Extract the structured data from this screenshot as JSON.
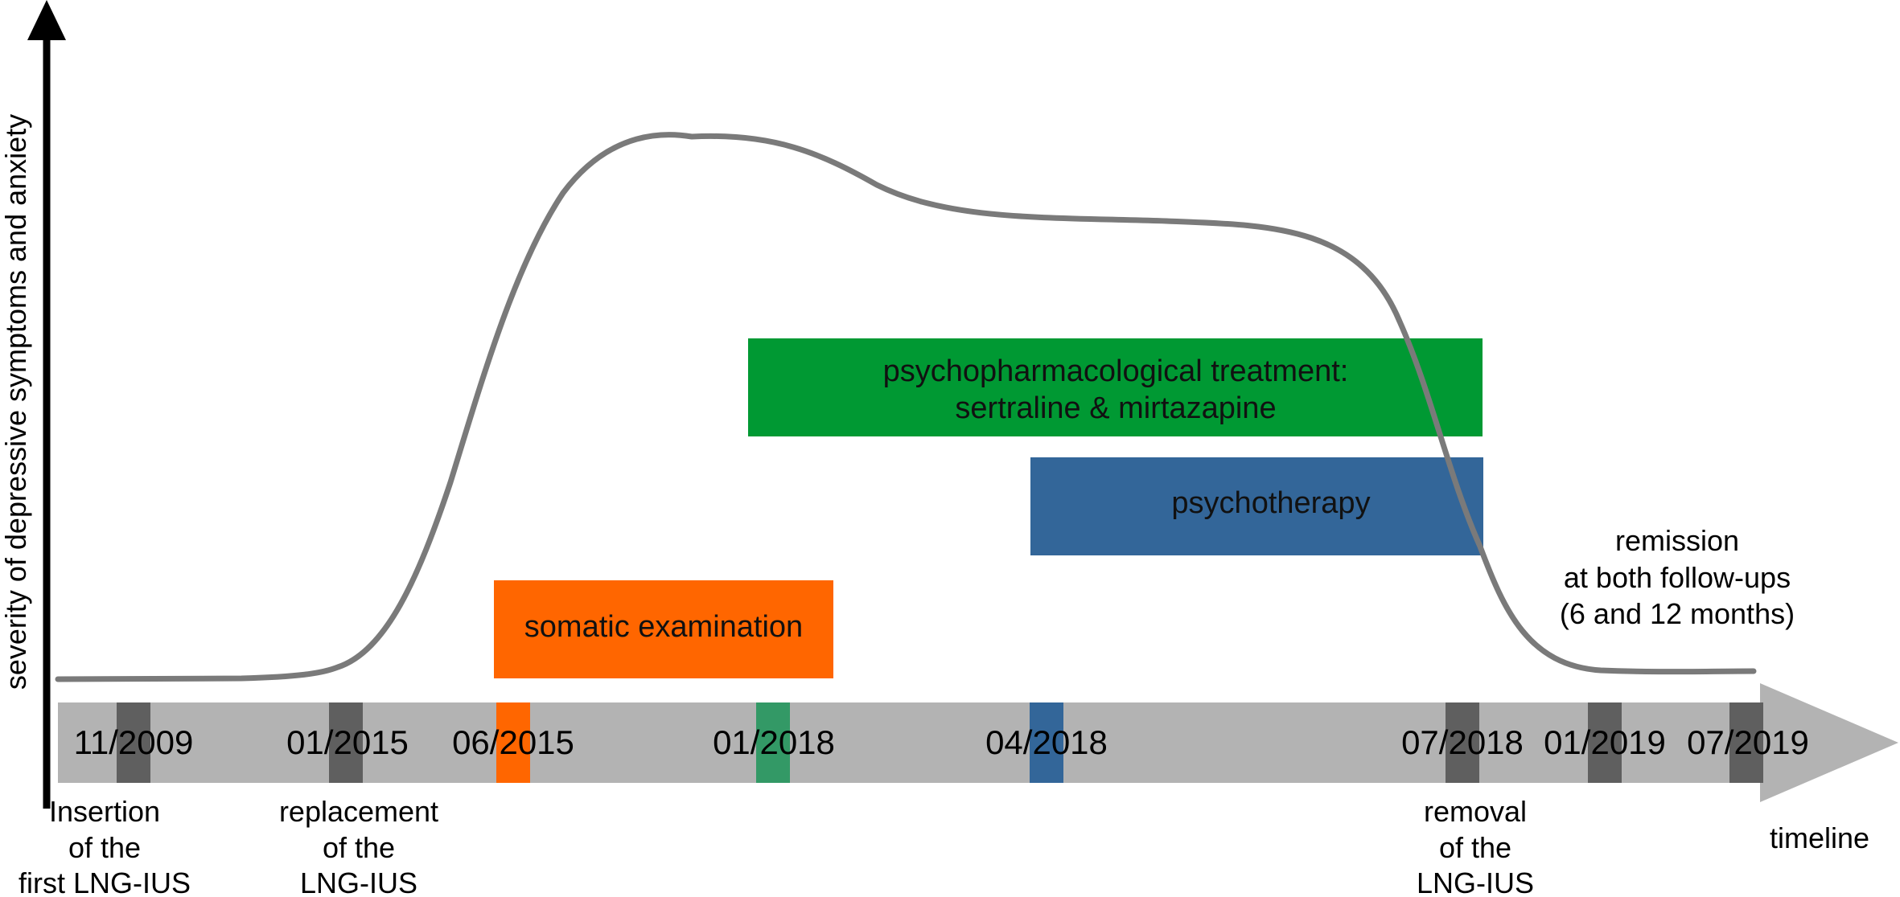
{
  "colors": {
    "curve": "#7a7a7a",
    "timeline_band": "#b3b3b3",
    "marker_dark": "#5f5f5f",
    "somatic": "#ff6600",
    "psychopharm": "#009933",
    "psychotherapy": "#336699",
    "marker_green": "#339966",
    "marker_blue": "#336699",
    "marker_orange": "#ff6600",
    "axis": "#000000"
  },
  "y_axis": {
    "label": "severity of depressive symptoms and anxiety"
  },
  "timeline": {
    "label": "timeline",
    "dates": [
      {
        "id": "d1",
        "label": "11/2009"
      },
      {
        "id": "d2",
        "label": "01/2015"
      },
      {
        "id": "d3",
        "label": "06/2015"
      },
      {
        "id": "d4",
        "label": "01/2018"
      },
      {
        "id": "d5",
        "label": "04/2018"
      },
      {
        "id": "d6",
        "label": "07/2018"
      },
      {
        "id": "d7",
        "label": "01/2019"
      },
      {
        "id": "d8",
        "label": "07/2019"
      }
    ]
  },
  "events": {
    "insertion": [
      "Insertion",
      "of the",
      "first LNG-IUS"
    ],
    "replacement": [
      "replacement",
      "of the",
      "LNG-IUS"
    ],
    "removal": [
      "removal",
      "of the",
      "LNG-IUS"
    ],
    "remission": [
      "remission",
      "at both follow-ups",
      "(6 and 12 months)"
    ]
  },
  "treatments": {
    "somatic": "somatic examination",
    "psychopharm": [
      "psychopharmacological treatment:",
      "sertraline & mirtazapine"
    ],
    "psychotherapy": "psychotherapy"
  }
}
